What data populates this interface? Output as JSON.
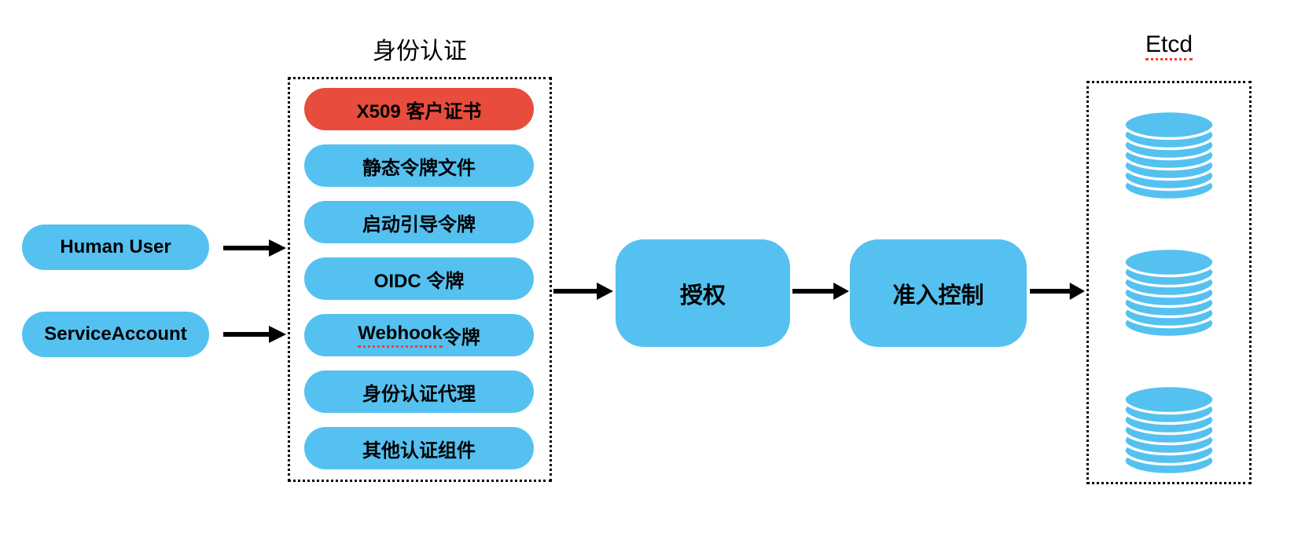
{
  "diagram": {
    "colors": {
      "node_blue": "#55C1F0",
      "alert_red": "#E74C3C",
      "spellcheck_red": "#FF3B30",
      "arrow_black": "#000000",
      "border_black": "#000000"
    },
    "left_nodes": [
      {
        "label": "Human User"
      },
      {
        "label": "ServiceAccount"
      }
    ],
    "auth_section": {
      "title": "身份认证",
      "methods": [
        {
          "label": "X509 客户证书",
          "variant": "red"
        },
        {
          "label": "静态令牌文件",
          "variant": "blue"
        },
        {
          "label": "启动引导令牌",
          "variant": "blue"
        },
        {
          "label": "OIDC 令牌",
          "variant": "blue"
        },
        {
          "label": "Webhook 令牌",
          "variant": "blue",
          "underlined_text": "Webhook"
        },
        {
          "label": "身份认证代理",
          "variant": "blue"
        },
        {
          "label": "其他认证组件",
          "variant": "blue"
        }
      ]
    },
    "process_nodes": [
      {
        "label": "授权"
      },
      {
        "label": "准入控制"
      }
    ],
    "etcd_section": {
      "title": "Etcd",
      "title_underlined": true,
      "database_count": 3,
      "disk_layers": 7
    }
  }
}
